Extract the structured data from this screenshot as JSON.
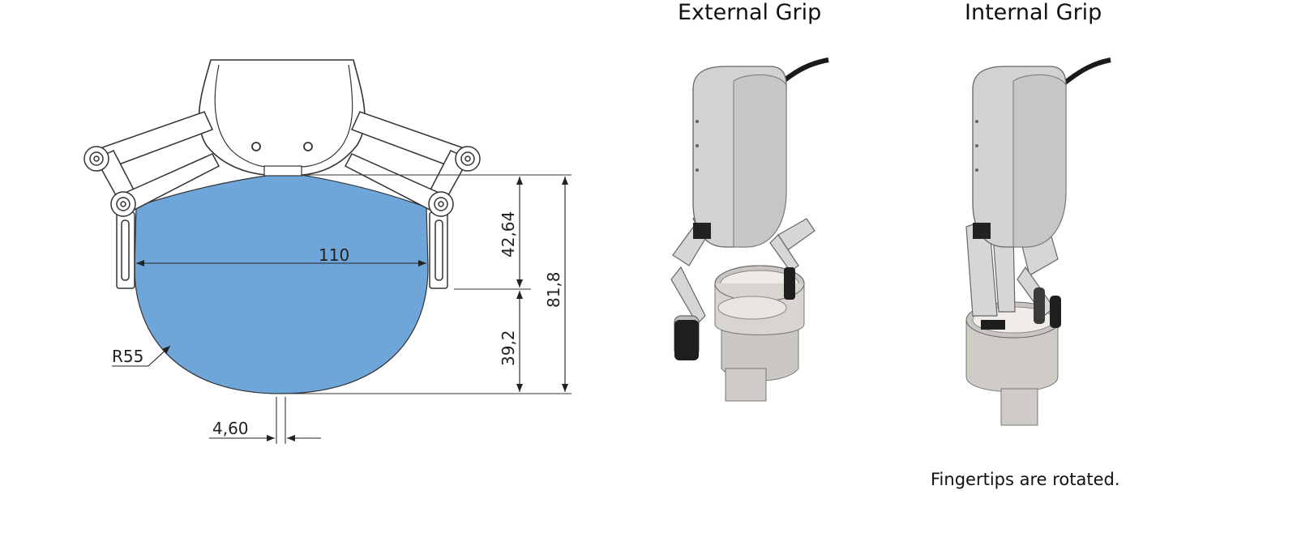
{
  "titles": {
    "external": "External Grip",
    "internal": "Internal Grip"
  },
  "note": "Fingertips are rotated.",
  "dimensions": {
    "width": "110",
    "upper_height": "42,64",
    "lower_height": "39,2",
    "total_height": "81,8",
    "radius": "R55",
    "offset": "4,60"
  },
  "colors": {
    "object_fill": "#6fa6da",
    "line": "#333333",
    "body_gray": "#cfcfcf",
    "cable": "#1a1a1a",
    "pad": "#1e1e1e"
  },
  "icons": [
    "gripper-front-view-drawing",
    "gripper-external-grip-render",
    "gripper-internal-grip-render"
  ]
}
